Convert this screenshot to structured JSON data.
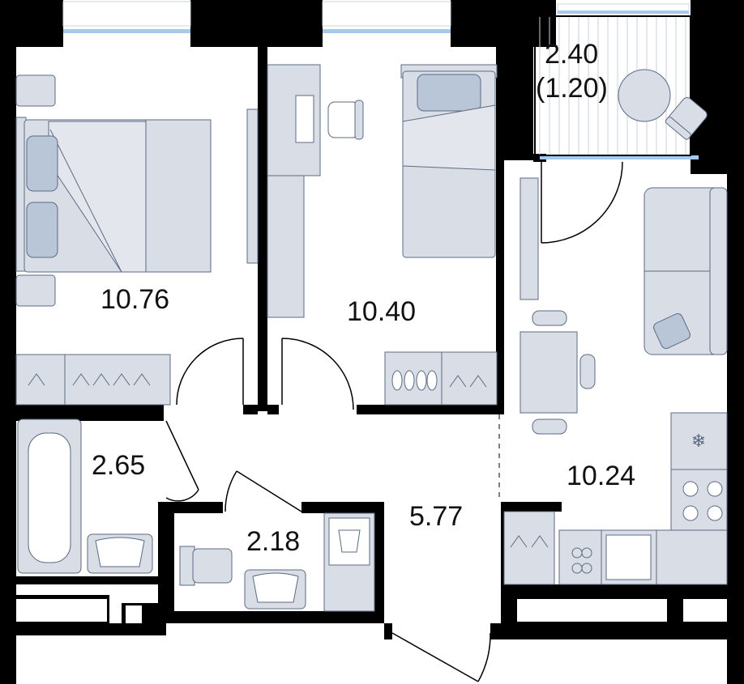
{
  "colors": {
    "wall": "#000000",
    "furniture": "#d9dee6",
    "furniture_dark": "#b8c6d8",
    "outline": "#5b6b82",
    "window": "#a7c9ec",
    "text": "#111111"
  },
  "rooms": [
    {
      "id": "bedroom-large",
      "area": "10.76"
    },
    {
      "id": "bedroom-small",
      "area": "10.40"
    },
    {
      "id": "balcony",
      "area": "2.40",
      "area_reduced": "(1.20)"
    },
    {
      "id": "living-kitchen",
      "area": "10.24"
    },
    {
      "id": "bathroom",
      "area": "2.65"
    },
    {
      "id": "toilet",
      "area": "2.18"
    },
    {
      "id": "hallway",
      "area": "5.77"
    }
  ],
  "icons": [
    "bed-icon",
    "desk-icon",
    "chair-icon",
    "sofa-icon",
    "dining-table-icon",
    "bathtub-icon",
    "sink-icon",
    "toilet-icon",
    "washing-machine-icon",
    "wardrobe-icon",
    "fridge-icon",
    "stove-icon",
    "kitchen-sink-icon",
    "tv-icon"
  ]
}
